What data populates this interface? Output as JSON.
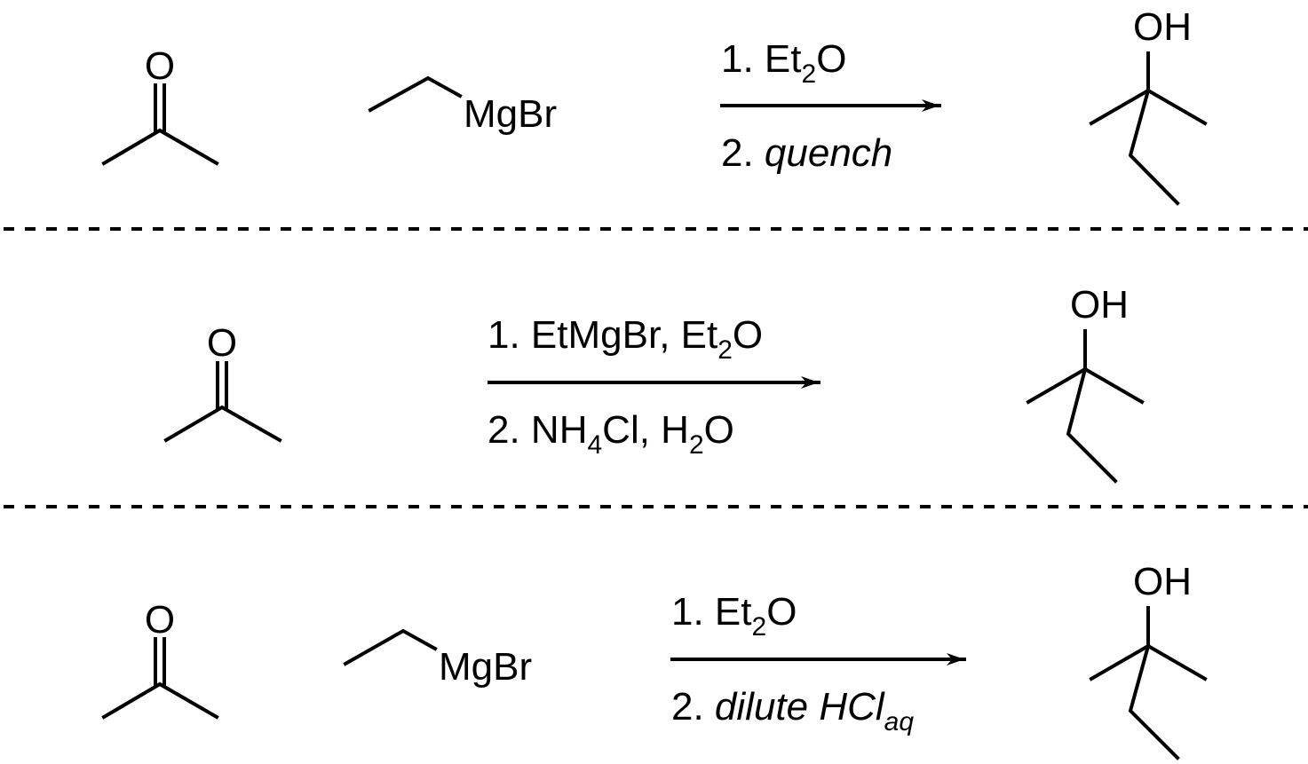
{
  "reactions": [
    {
      "ketone": {
        "o_label": "O"
      },
      "reagent": {
        "label": "MgBr"
      },
      "conditions": {
        "line1": {
          "prefix": "1. Et",
          "sub": "2",
          "suffix": "O"
        },
        "line2": {
          "number": "2. ",
          "text": "quench"
        }
      },
      "product": {
        "oh_label": "OH"
      }
    },
    {
      "ketone": {
        "o_label": "O"
      },
      "conditions": {
        "line1": {
          "prefix": "1. EtMgBr, Et",
          "sub": "2",
          "suffix": "O"
        },
        "line2": {
          "a": "2. NH",
          "sub1": "4",
          "b": "Cl, H",
          "sub2": "2",
          "c": "O"
        }
      },
      "product": {
        "oh_label": "OH"
      }
    },
    {
      "ketone": {
        "o_label": "O"
      },
      "reagent": {
        "label": "MgBr"
      },
      "conditions": {
        "line1": {
          "prefix": "1. Et",
          "sub": "2",
          "suffix": "O"
        },
        "line2": {
          "number": "2. ",
          "text": "dilute HCl",
          "sub": "aq"
        }
      },
      "product": {
        "oh_label": "OH"
      }
    }
  ]
}
